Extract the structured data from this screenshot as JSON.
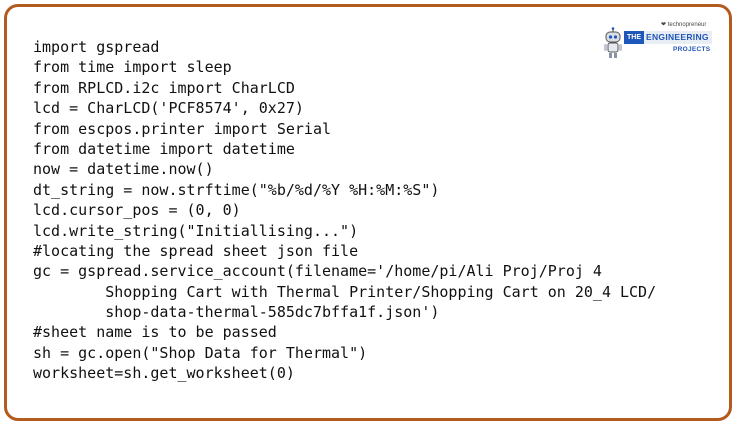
{
  "logo": {
    "tagline": "❤ technopreneur",
    "the": "THE",
    "engineering": "ENGINEERING",
    "projects": "PROJECTS"
  },
  "code": {
    "lines": [
      "import gspread",
      "from time import sleep",
      "from RPLCD.i2c import CharLCD",
      "lcd = CharLCD('PCF8574', 0x27)",
      "from escpos.printer import Serial",
      "from datetime import datetime",
      "now = datetime.now()",
      "dt_string = now.strftime(\"%b/%d/%Y %H:%M:%S\")",
      "lcd.cursor_pos = (0, 0)",
      "lcd.write_string(\"Initiallising...\")",
      "#locating the spread sheet json file",
      "gc = gspread.service_account(filename='/home/pi/Ali Proj/Proj 4",
      "        Shopping Cart with Thermal Printer/Shopping Cart on 20_4 LCD/",
      "        shop-data-thermal-585dc7bffa1f.json')",
      "#sheet name is to be passed",
      "sh = gc.open(\"Shop Data for Thermal\")",
      "worksheet=sh.get_worksheet(0)"
    ]
  },
  "colors": {
    "frame_border": "#b35a1f",
    "logo_blue": "#1f56b9",
    "text": "#111111"
  }
}
